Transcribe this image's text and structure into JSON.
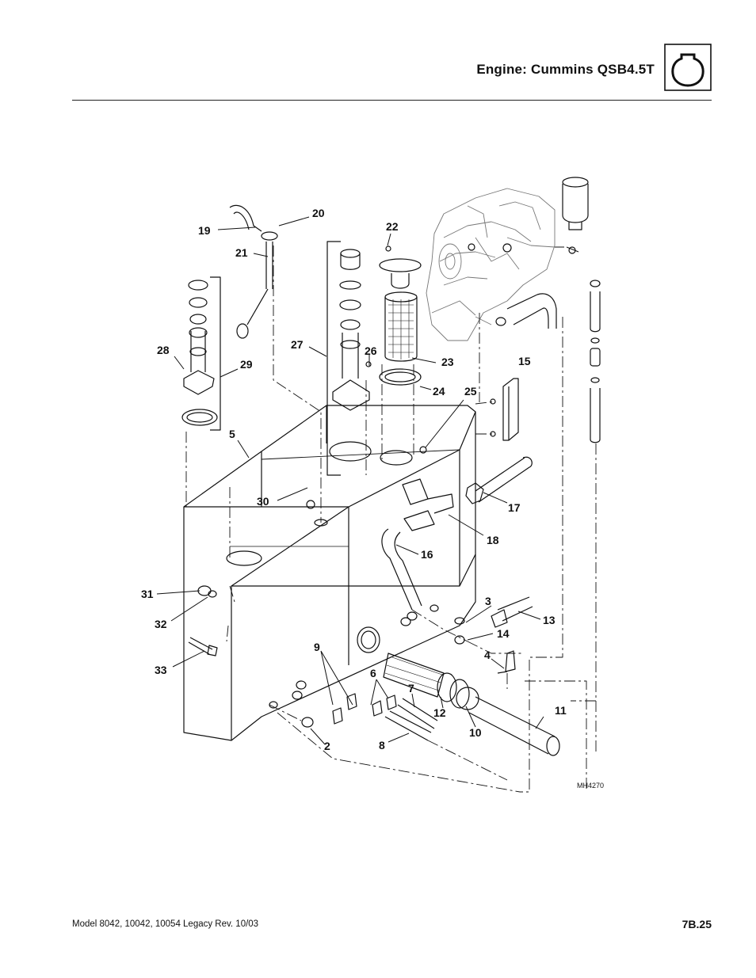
{
  "header": {
    "title": "Engine: Cummins QSB4.5T",
    "icon": "engine-icon"
  },
  "diagram": {
    "figure_code": "MH4270",
    "callouts": [
      {
        "id": "c2",
        "label": "2"
      },
      {
        "id": "c3",
        "label": "3"
      },
      {
        "id": "c4",
        "label": "4"
      },
      {
        "id": "c5",
        "label": "5"
      },
      {
        "id": "c6",
        "label": "6"
      },
      {
        "id": "c7",
        "label": "7"
      },
      {
        "id": "c8",
        "label": "8"
      },
      {
        "id": "c9",
        "label": "9"
      },
      {
        "id": "c10",
        "label": "10"
      },
      {
        "id": "c11",
        "label": "11"
      },
      {
        "id": "c12",
        "label": "12"
      },
      {
        "id": "c13",
        "label": "13"
      },
      {
        "id": "c14",
        "label": "14"
      },
      {
        "id": "c15",
        "label": "15"
      },
      {
        "id": "c16",
        "label": "16"
      },
      {
        "id": "c17",
        "label": "17"
      },
      {
        "id": "c18",
        "label": "18"
      },
      {
        "id": "c19",
        "label": "19"
      },
      {
        "id": "c20",
        "label": "20"
      },
      {
        "id": "c21",
        "label": "21"
      },
      {
        "id": "c22",
        "label": "22"
      },
      {
        "id": "c23",
        "label": "23"
      },
      {
        "id": "c24",
        "label": "24"
      },
      {
        "id": "c25",
        "label": "25"
      },
      {
        "id": "c26",
        "label": "26"
      },
      {
        "id": "c27",
        "label": "27"
      },
      {
        "id": "c28",
        "label": "28"
      },
      {
        "id": "c29",
        "label": "29"
      },
      {
        "id": "c30",
        "label": "30"
      },
      {
        "id": "c31",
        "label": "31"
      },
      {
        "id": "c32",
        "label": "32"
      },
      {
        "id": "c33",
        "label": "33"
      }
    ]
  },
  "footer": {
    "model": "Model  8042, 10042, 10054 Legacy    Rev.  10/03",
    "page_number": "7B.25"
  }
}
